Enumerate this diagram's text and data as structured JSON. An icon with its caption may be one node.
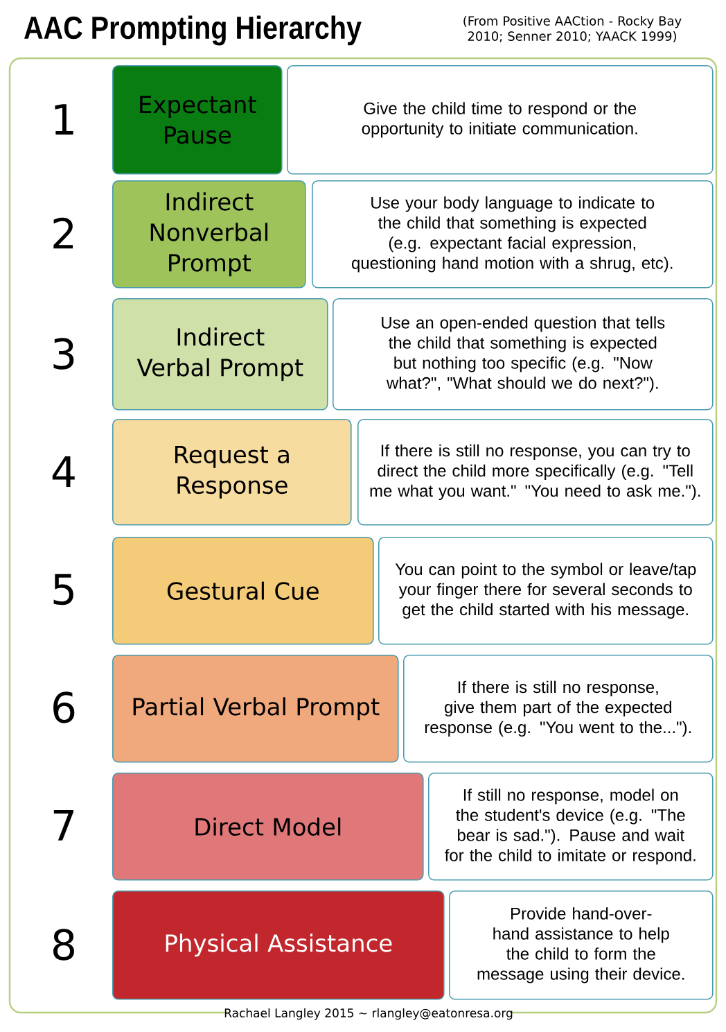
{
  "diagram": {
    "title": "AAC Prompting Hierarchy",
    "nodes": [
      {
        "text": [
          "Expectant Pause"
        ]
      },
      {
        "text": [
          "Give the child time to respond or the opportunity to initiate communication."
        ]
      },
      {
        "text": [
          "Indirect Nonverbal Prompt"
        ]
      },
      {
        "text": [
          "Use your body language to indicate to the child that something is expected (e.g. expectant facial expression, questioning hand motion with a shrug, etc)."
        ]
      },
      {
        "text": [
          "Indirect Verbal Prompt"
        ]
      },
      {
        "text": [
          "Use an open-ended question that tells the child that something is expected but nothing too specific (e.g. \"Now what?\", \"What should we do next?\")."
        ]
      },
      {
        "text": [
          "Request a Response"
        ]
      },
      {
        "text": [
          "If there is still no response, you can try to direct the child more specifically (e.g. \"Tell me what you want.\" \"You need to ask me.\")."
        ]
      },
      {
        "text": [
          "Gestural Cue"
        ]
      },
      {
        "text": [
          "You can point to the symbol or leave/tap your finger there for several seconds to get the child started with his message."
        ]
      },
      {
        "text": [
          "Partial Verbal Prompt"
        ]
      },
      {
        "text": [
          "If there is still no response, give them part of the expected response (e.g. \"You went to the...\")."
        ]
      },
      {
        "text": [
          "Direct Model"
        ]
      },
      {
        "text": [
          "If still no response, model on the student's device (e.g. \"The bear is sad.\"). Pause and wait for the child to imitate or respond."
        ]
      },
      {
        "text": [
          "Physical Assistance"
        ]
      },
      {
        "text": [
          "Provide hand-over-hand assistance to help the child to form the message using their device."
        ]
      }
    ],
    "labels": [
      "(From Positive AACtion - Rocky Bay 2010; Senner 2010; YAACK 1999)",
      "1",
      "2",
      "3",
      "4",
      "5",
      "6",
      "7",
      "8",
      "Rachael Langley 2015 ~ rlangley@eatonresa.org"
    ]
  }
}
